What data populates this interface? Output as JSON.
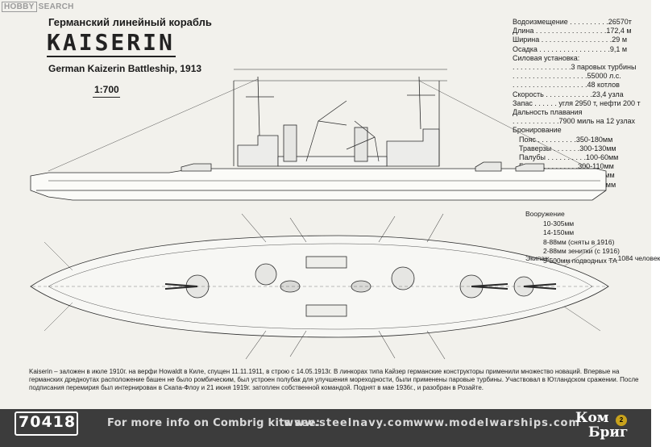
{
  "watermark": {
    "logo": "HOBBY",
    "text": "SEARCH"
  },
  "header": {
    "title_ru": "Германский линейный корабль",
    "title_main": "KAISERIN",
    "title_en": "German Kaizerin Battleship, 1913",
    "scale": "1:700"
  },
  "specs": {
    "displacement": "Водоизмещение . . . . . . . . . .26570т",
    "length": "Длина . . . . . . . . . . . . . . . . . .172,4 м",
    "beam": "Ширина . . . . . . . . . . . . . . . . . .29 м",
    "draft": "Осадка . . . . . . . . . . . . . . . . . .9,1 м",
    "power_title": "Силовая установка:",
    "power_1": ". . . . . . . . . . . . . . .3 паровых турбины",
    "power_2": ". . . . . . . . . . . . . . . . . . .55000 л.с.",
    "power_3": ". . . . . . . . . . . . . . . . . . .48 котлов",
    "speed": "Скорость . . . . . . . . . . . .23,4 узла",
    "fuel": "Запас . . . . . . угля 2950 т, нефти 200 т",
    "range_title": "Дальность плавания",
    "range": ". . . . . . . . . . . .7900 миль на 12 узлах",
    "armor_title": "Бронирование",
    "belt": "Пояс . . . . . . . . . .350-180мм",
    "traverses": "Траверзы . . . . . . .300-130мм",
    "decks": "Палубы . . . . . . . . . .100-60мм",
    "turrets": "Башни . . . . . . . . .300-110мм",
    "barbettes": "Барбеты . . . . . . . . . . .300мм",
    "conning": "Рубки . . . . . . . . . .400-200мм"
  },
  "armament": {
    "title": "Вооружение",
    "a1": "10-305мм",
    "a2": "14-150мм",
    "a3": "8-88мм (сняты в 1916)",
    "a4": "2-88мм зенитки (с 1916)",
    "a5": "5-500мм подводных ТА",
    "crew": "Экипаж . . . . . . . . . . . . . . . . . .1084 человек"
  },
  "description": {
    "line1": "Kaiserin – заложен в июле 1910г. на верфи Howaldt в Киле, спущен 11.11.1911, в строю с 14.05.1913г. В линкорах типа Кайзер германские конструкторы применили множество новаций. Впервые на",
    "line2": "германских дредноутах расположение башен не было ромбическим, был устроен полубак для улучшения мореходности, были применены паровые турбины. Участвовал в Ютландском сражении. После",
    "line3": "подписания перемирия был интернирован в Скапа-Флоу и 21 июня 1919г. затоплен собственной командой. Поднят в мае 1936г., и разобран в Розайте."
  },
  "footer": {
    "code": "70418",
    "more": "For more info on Combrig kits see:",
    "url1": "www.steelnavy.com",
    "url2": "www.modelwarships.com",
    "brand_l1": "Ком",
    "brand_l2": "Бриг",
    "badge": "2"
  }
}
